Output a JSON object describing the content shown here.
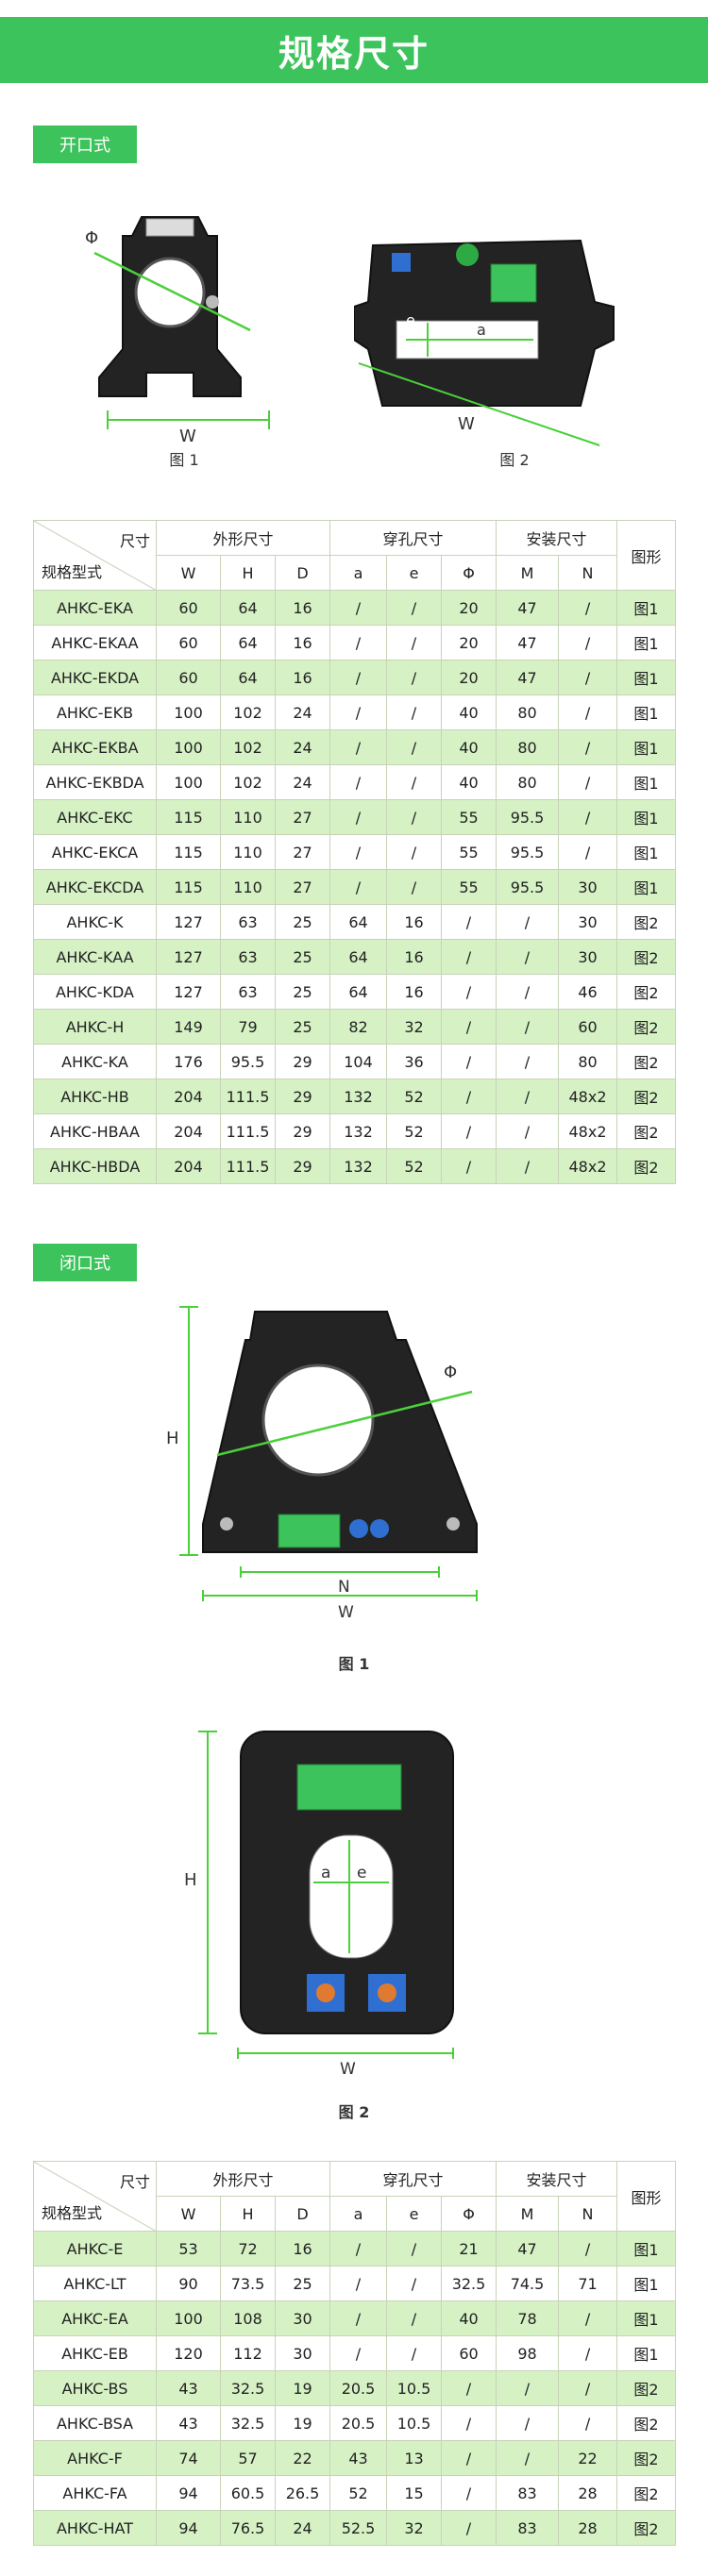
{
  "header": {
    "title": "规格尺寸"
  },
  "open_section": {
    "label": "开口式",
    "fig1_caption": "图 1",
    "fig2_caption": "图 2",
    "fig1_labels": {
      "phi": "Φ",
      "w": "W"
    },
    "fig2_labels": {
      "e": "e",
      "a": "a",
      "w": "W"
    }
  },
  "closed_section": {
    "label": "闭口式",
    "fig1_caption": "图 1",
    "fig2_caption": "图 2",
    "fig1_labels": {
      "h": "H",
      "phi": "Φ",
      "n": "N",
      "w": "W"
    },
    "fig2_labels": {
      "h": "H",
      "a": "a",
      "e": "e",
      "w": "W"
    }
  },
  "table_headers": {
    "diag_top": "尺寸",
    "diag_bottom": "规格型式",
    "group_outer": "外形尺寸",
    "group_hole": "穿孔尺寸",
    "group_mount": "安装尺寸",
    "figure": "图形",
    "cols": [
      "W",
      "H",
      "D",
      "a",
      "e",
      "Φ",
      "M",
      "N"
    ]
  },
  "open_rows": [
    [
      "AHKC-EKA",
      "60",
      "64",
      "16",
      "/",
      "/",
      "20",
      "47",
      "/",
      "图1"
    ],
    [
      "AHKC-EKAA",
      "60",
      "64",
      "16",
      "/",
      "/",
      "20",
      "47",
      "/",
      "图1"
    ],
    [
      "AHKC-EKDA",
      "60",
      "64",
      "16",
      "/",
      "/",
      "20",
      "47",
      "/",
      "图1"
    ],
    [
      "AHKC-EKB",
      "100",
      "102",
      "24",
      "/",
      "/",
      "40",
      "80",
      "/",
      "图1"
    ],
    [
      "AHKC-EKBA",
      "100",
      "102",
      "24",
      "/",
      "/",
      "40",
      "80",
      "/",
      "图1"
    ],
    [
      "AHKC-EKBDA",
      "100",
      "102",
      "24",
      "/",
      "/",
      "40",
      "80",
      "/",
      "图1"
    ],
    [
      "AHKC-EKC",
      "115",
      "110",
      "27",
      "/",
      "/",
      "55",
      "95.5",
      "/",
      "图1"
    ],
    [
      "AHKC-EKCA",
      "115",
      "110",
      "27",
      "/",
      "/",
      "55",
      "95.5",
      "/",
      "图1"
    ],
    [
      "AHKC-EKCDA",
      "115",
      "110",
      "27",
      "/",
      "/",
      "55",
      "95.5",
      "30",
      "图1"
    ],
    [
      "AHKC-K",
      "127",
      "63",
      "25",
      "64",
      "16",
      "/",
      "/",
      "30",
      "图2"
    ],
    [
      "AHKC-KAA",
      "127",
      "63",
      "25",
      "64",
      "16",
      "/",
      "/",
      "30",
      "图2"
    ],
    [
      "AHKC-KDA",
      "127",
      "63",
      "25",
      "64",
      "16",
      "/",
      "/",
      "46",
      "图2"
    ],
    [
      "AHKC-H",
      "149",
      "79",
      "25",
      "82",
      "32",
      "/",
      "/",
      "60",
      "图2"
    ],
    [
      "AHKC-KA",
      "176",
      "95.5",
      "29",
      "104",
      "36",
      "/",
      "/",
      "80",
      "图2"
    ],
    [
      "AHKC-HB",
      "204",
      "111.5",
      "29",
      "132",
      "52",
      "/",
      "/",
      "48x2",
      "图2"
    ],
    [
      "AHKC-HBAA",
      "204",
      "111.5",
      "29",
      "132",
      "52",
      "/",
      "/",
      "48x2",
      "图2"
    ],
    [
      "AHKC-HBDA",
      "204",
      "111.5",
      "29",
      "132",
      "52",
      "/",
      "/",
      "48x2",
      "图2"
    ]
  ],
  "closed_rows": [
    [
      "AHKC-E",
      "53",
      "72",
      "16",
      "/",
      "/",
      "21",
      "47",
      "/",
      "图1"
    ],
    [
      "AHKC-LT",
      "90",
      "73.5",
      "25",
      "/",
      "/",
      "32.5",
      "74.5",
      "71",
      "图1"
    ],
    [
      "AHKC-EA",
      "100",
      "108",
      "30",
      "/",
      "/",
      "40",
      "78",
      "/",
      "图1"
    ],
    [
      "AHKC-EB",
      "120",
      "112",
      "30",
      "/",
      "/",
      "60",
      "98",
      "/",
      "图1"
    ],
    [
      "AHKC-BS",
      "43",
      "32.5",
      "19",
      "20.5",
      "10.5",
      "/",
      "/",
      "/",
      "图2"
    ],
    [
      "AHKC-BSA",
      "43",
      "32.5",
      "19",
      "20.5",
      "10.5",
      "/",
      "/",
      "/",
      "图2"
    ],
    [
      "AHKC-F",
      "74",
      "57",
      "22",
      "43",
      "13",
      "/",
      "/",
      "22",
      "图2"
    ],
    [
      "AHKC-FA",
      "94",
      "60.5",
      "26.5",
      "52",
      "15",
      "/",
      "83",
      "28",
      "图2"
    ],
    [
      "AHKC-HAT",
      "94",
      "76.5",
      "24",
      "52.5",
      "32",
      "/",
      "83",
      "28",
      "图2"
    ]
  ]
}
